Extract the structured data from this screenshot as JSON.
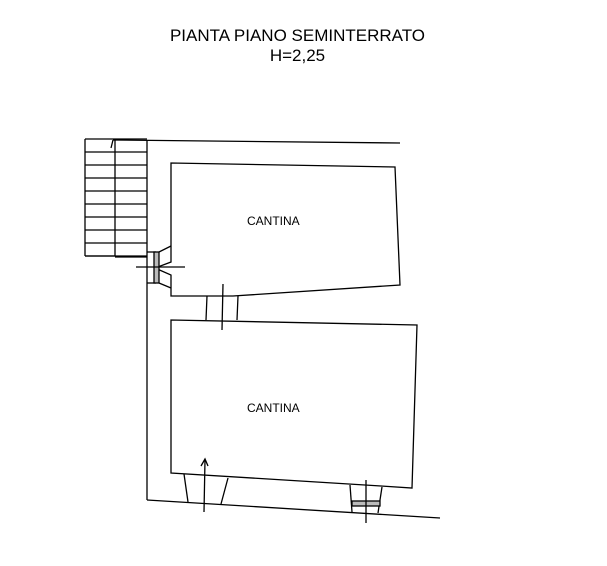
{
  "title": "PIANTA PIANO SEMINTERRATO",
  "height_label": "H=2,25",
  "rooms": [
    {
      "label": "CANTINA"
    },
    {
      "label": "CANTINA"
    }
  ]
}
